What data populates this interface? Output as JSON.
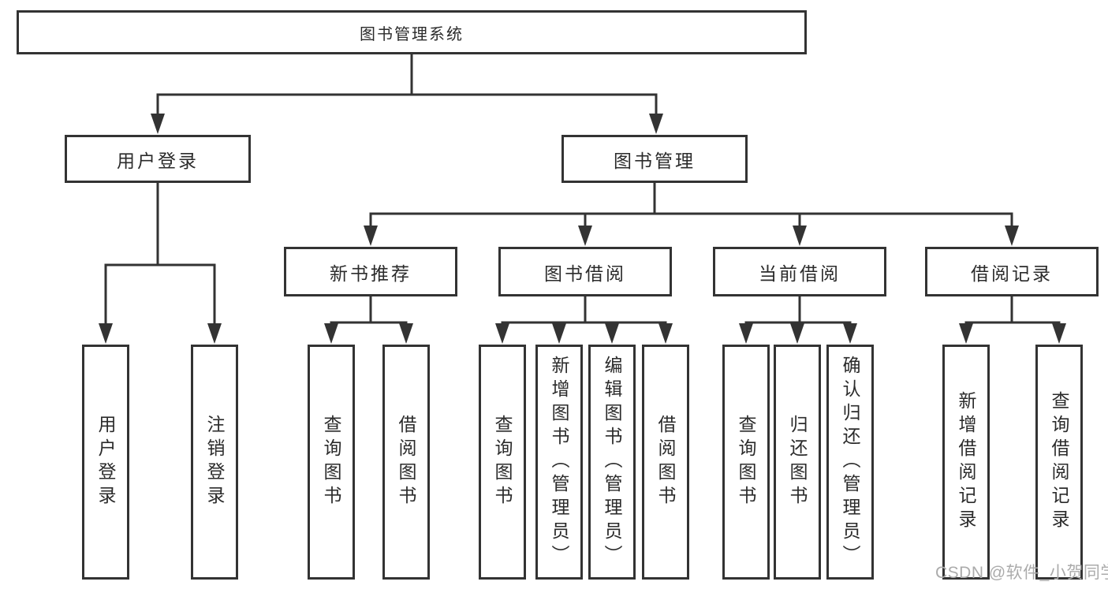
{
  "colors": {
    "line": "#333333",
    "text": "#2b2b2b",
    "background": "#ffffff",
    "watermark": "#ababab"
  },
  "watermark": "CSDN @软件_小贺同学",
  "tree": {
    "root": {
      "label": "图书管理系统"
    },
    "user_login": {
      "label": "用户登录",
      "children": [
        "用户登录",
        "注销登录"
      ]
    },
    "book_management": {
      "label": "图书管理",
      "new_book_recommend": {
        "label": "新书推荐",
        "children": [
          "查询图书",
          "借阅图书"
        ]
      },
      "book_borrowing": {
        "label": "图书借阅",
        "children": [
          "查询图书",
          "新增图书（管理员）",
          "编辑图书（管理员）",
          "借阅图书"
        ]
      },
      "current_borrowing": {
        "label": "当前借阅",
        "children": [
          "查询图书",
          "归还图书",
          "确认归还（管理员）"
        ]
      },
      "borrowing_records": {
        "label": "借阅记录",
        "children": [
          "新增借阅记录",
          "查询借阅记录"
        ]
      }
    }
  }
}
